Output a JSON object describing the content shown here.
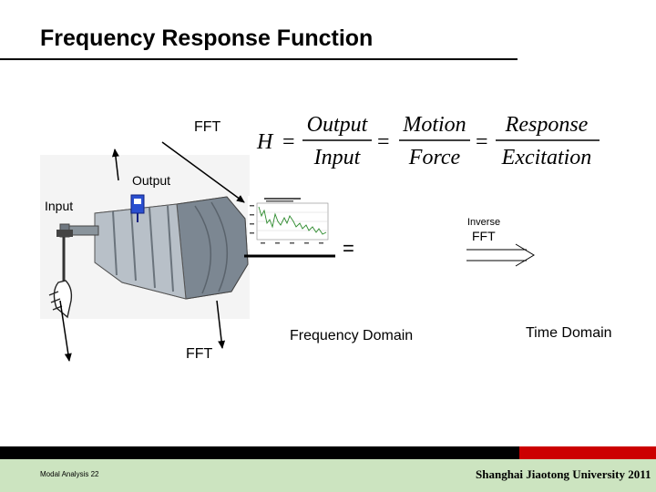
{
  "header": {
    "title": "Frequency Response Function"
  },
  "labels": {
    "fft_top": "FFT",
    "output": "Output",
    "input": "Input",
    "inverse": "Inverse",
    "inverse_fft": "FFT",
    "frequency_domain": "Frequency Domain",
    "time_domain": "Time Domain",
    "fft_bottom": "FFT",
    "equals": "="
  },
  "equation": {
    "lhs": "H",
    "num1": "Output",
    "den1": "Input",
    "num2": "Motion",
    "den2": "Force",
    "num3": "Response",
    "den3": "Excitation",
    "eq": "="
  },
  "footer": {
    "left": "Modal Analysis 22",
    "right": "Shanghai Jiaotong University 2011"
  },
  "colors": {
    "footer_black": "#000000",
    "footer_red": "#cc0000",
    "footer_green": "#cce4c0",
    "plot_line": "#2e8b2e"
  }
}
